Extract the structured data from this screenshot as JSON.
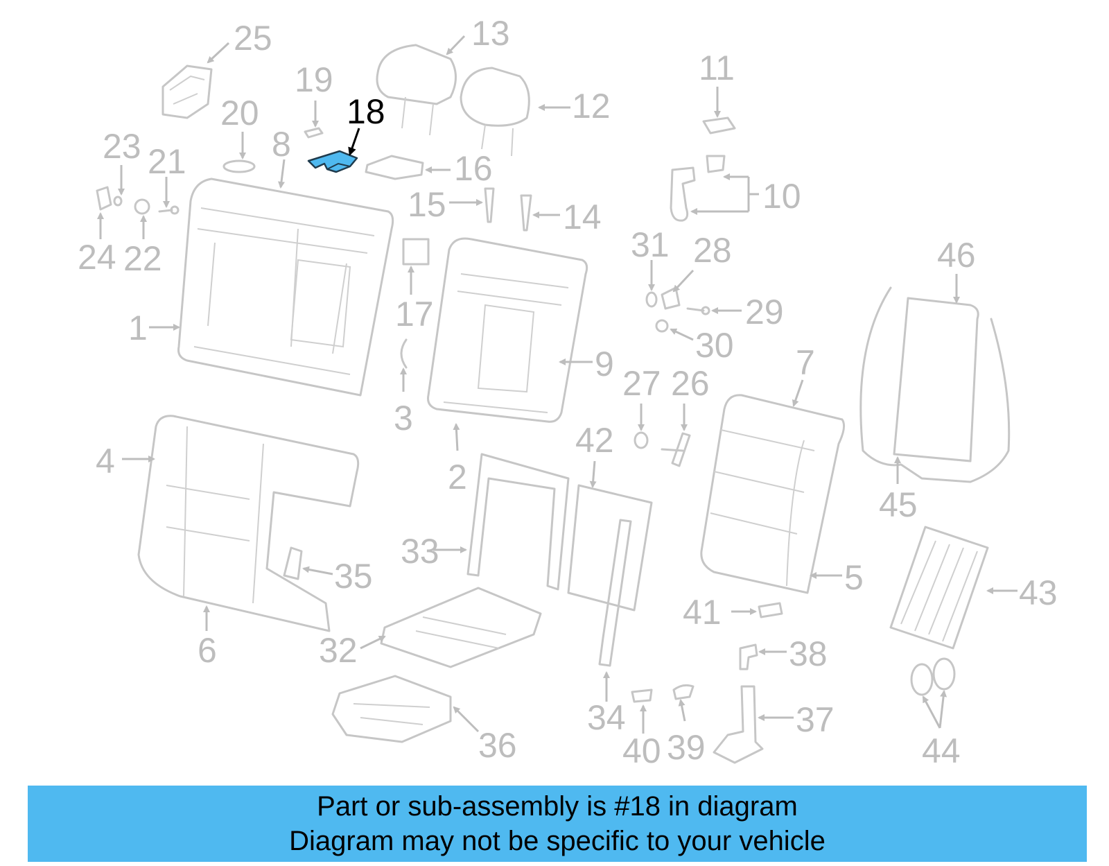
{
  "diagram": {
    "highlight_color": "#4fb9f0",
    "highlighted_callout": "18",
    "callouts": [
      "1",
      "2",
      "3",
      "4",
      "5",
      "6",
      "7",
      "8",
      "9",
      "10",
      "11",
      "12",
      "13",
      "14",
      "15",
      "16",
      "17",
      "18",
      "19",
      "20",
      "21",
      "22",
      "23",
      "24",
      "25",
      "26",
      "27",
      "28",
      "29",
      "30",
      "31",
      "32",
      "33",
      "34",
      "35",
      "36",
      "37",
      "38",
      "39",
      "40",
      "41",
      "42",
      "43",
      "44",
      "45",
      "46"
    ]
  },
  "banner": {
    "line1": "Part or sub-assembly is #18 in diagram",
    "line2": "Diagram may not be specific to your vehicle",
    "background": "#4fb9f0"
  }
}
